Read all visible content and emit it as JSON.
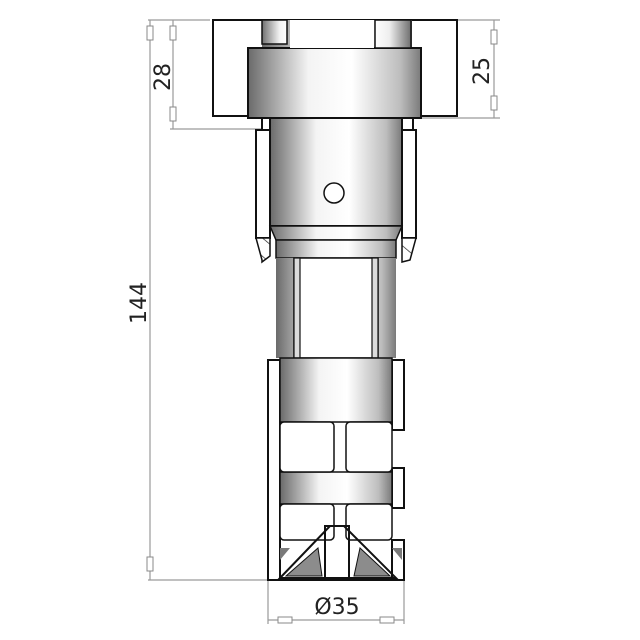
{
  "drawing": {
    "type": "sectional technical drawing",
    "subject": "stepped cylindrical sleeve / nozzle body, half-section with hatching",
    "units": "mm",
    "colors": {
      "outline": "#111111",
      "hatch": "#222222",
      "dimension_line": "#9a9a9a",
      "shade_dark": "#6e6e6e",
      "shade_light": "#ffffff",
      "background": "#ffffff"
    }
  },
  "dimensions": {
    "top_left_height": {
      "label": "28",
      "orientation": "vertical"
    },
    "top_right_height": {
      "label": "25",
      "orientation": "vertical"
    },
    "overall_height": {
      "label": "144",
      "orientation": "vertical"
    },
    "bottom_diameter": {
      "label": "Ø35",
      "orientation": "horizontal"
    }
  },
  "features": [
    {
      "name": "top-counterbore",
      "desc": "wide head with internal stepped bore"
    },
    {
      "name": "upper-body",
      "desc": "cylindrical body with small cross hole"
    },
    {
      "name": "neck",
      "desc": "narrow waisted section"
    },
    {
      "name": "lower-body",
      "desc": "slotted lower section with two cross slots"
    },
    {
      "name": "bottom-cone",
      "desc": "conical spreader at the base"
    }
  ]
}
